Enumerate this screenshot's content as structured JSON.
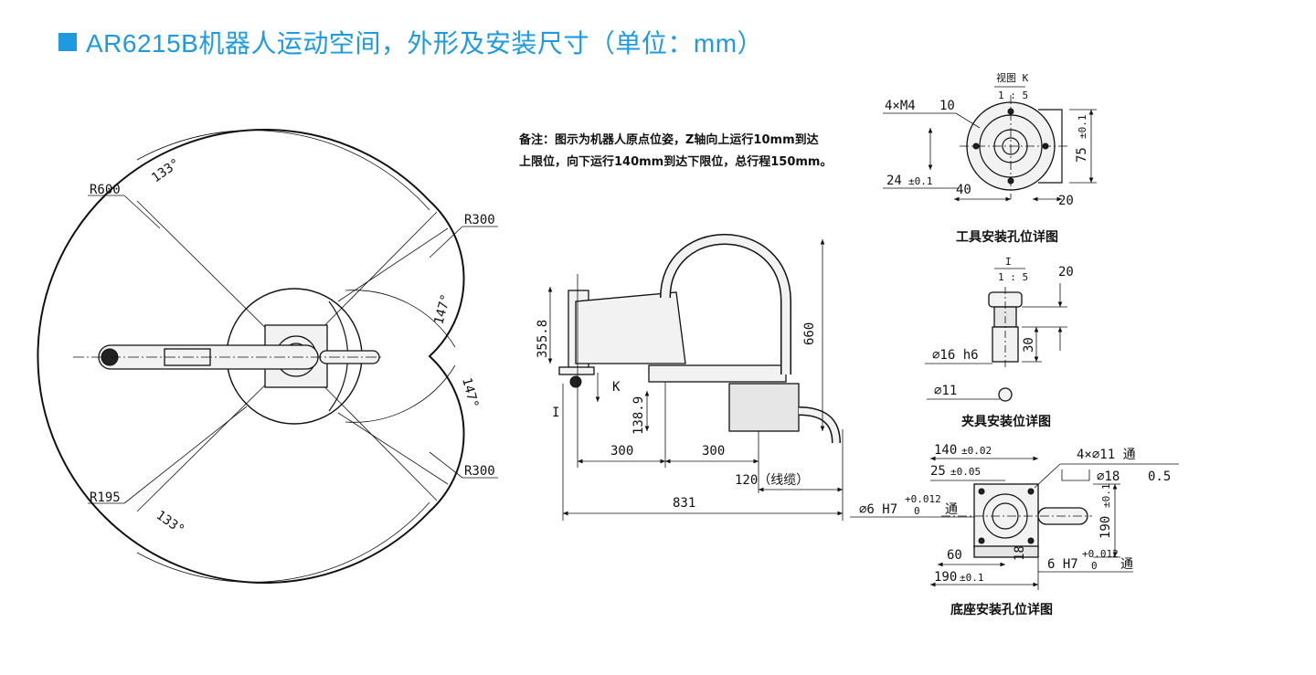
{
  "title": "AR6215B机器人运动空间，外形及安装尺寸（单位：mm）",
  "colors": {
    "accent": "#1e9be0"
  },
  "workspace": {
    "r600": "R600",
    "r300_top": "R300",
    "r300_bottom": "R300",
    "r195": "R195",
    "ang133_top": "133°",
    "ang133_bottom": "133°",
    "ang147_a": "147°",
    "ang147_b": "147°"
  },
  "side_view": {
    "note_line1": "备注：图示为机器人原点位姿，Z轴向上运行10mm到达",
    "note_line2": "上限位，向下运行140mm到达下限位，总行程150mm。",
    "d355": "355.8",
    "d660": "660",
    "d138": "138.9",
    "d300_a": "300",
    "d300_b": "300",
    "d120": "120（线缆）",
    "d831": "831",
    "view_k": "K",
    "section_i": "I"
  },
  "tool_detail": {
    "view_title": "视图 K",
    "scale": "1 : 5",
    "m4": "4×M4",
    "m4_depth": "10",
    "d24": "24",
    "tol_24": "±0.1",
    "d40": "40",
    "d20": "20",
    "d75": "75",
    "tol_75": "±0.1",
    "caption": "工具安装孔位详图"
  },
  "clamp_detail": {
    "section": "I",
    "scale": "1 : 5",
    "d20": "20",
    "d16": "∅16 h6",
    "d30": "30",
    "d11": "∅11",
    "caption": "夹具安装位详图"
  },
  "base_detail": {
    "d140": "140",
    "tol_140": "±0.02",
    "d25": "25",
    "tol_25": "±0.05",
    "holes": "4×∅11 通",
    "cbore": "∅18",
    "cbore_depth": "0.5",
    "pin_left": "∅6 H7",
    "tol_upper": "+0.012",
    "tol_lower": "0",
    "through": "通",
    "d190_v": "190",
    "tol_190_v": "±0.1",
    "d60": "60",
    "d18": "18",
    "pin_right": "6 H7",
    "tol_upper2": "+0.012",
    "tol_lower2": "0",
    "through2": "通",
    "d190_h": "190",
    "tol_190_h": "±0.1",
    "caption": "底座安装孔位详图"
  }
}
